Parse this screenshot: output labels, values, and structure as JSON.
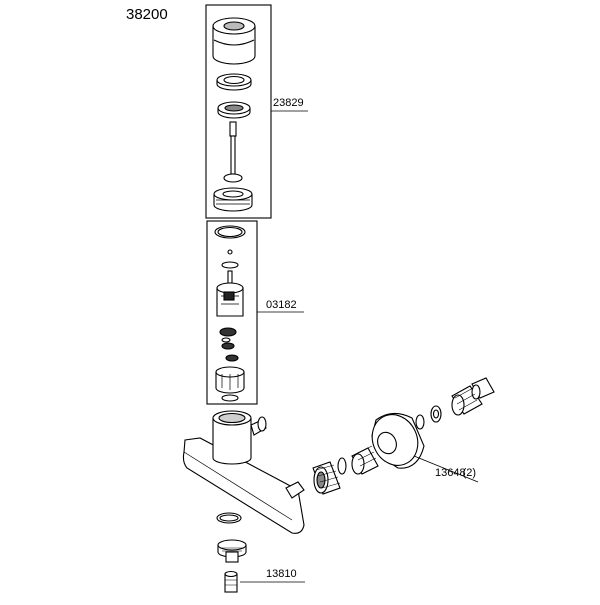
{
  "diagram": {
    "title": "38200",
    "parts": [
      {
        "number": "23829"
      },
      {
        "number": "03182"
      },
      {
        "number": "13648",
        "suffix": "(2)"
      },
      {
        "number": "13810"
      }
    ]
  },
  "colors": {
    "line": "#000000",
    "fill": "#ffffff",
    "shade": "#d9d9d9"
  }
}
